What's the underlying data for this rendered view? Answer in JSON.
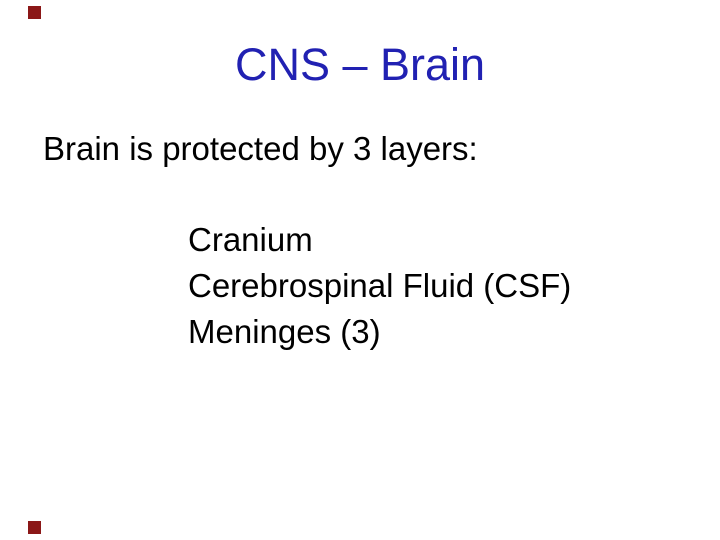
{
  "slide": {
    "title": "CNS – Brain",
    "intro": "Brain is protected by 3 layers:",
    "layers": {
      "item1": "Cranium",
      "item2": "Cerebrospinal Fluid (CSF)",
      "item3": "Meninges (3)"
    },
    "colors": {
      "background": "#FFFFFF",
      "title_text": "#2121B2",
      "body_text": "#000000",
      "corner_marker": "#8B1717"
    }
  }
}
